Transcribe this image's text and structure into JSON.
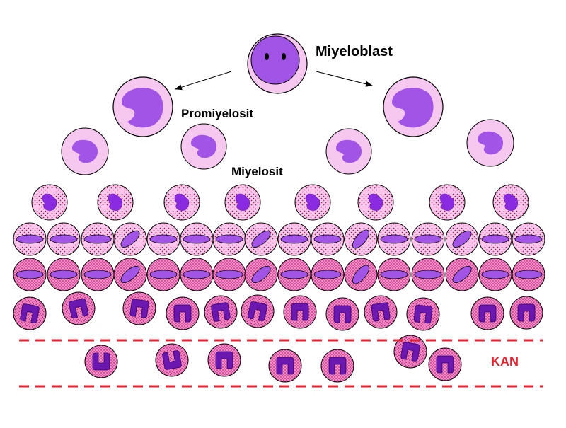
{
  "labels": {
    "myeloblast": "Miyeloblast",
    "promyelocyte": "Promiyelosit",
    "myelocyte": "Miyelosit",
    "blood": "KAN"
  },
  "colors": {
    "cytoplasm_light": "#f6c8f0",
    "cytoplasm_pink": "#f4b4ec",
    "cytoplasm_dense": "#e77ad6",
    "nucleus": "#a154e6",
    "nucleus_dark": "#6a18b0",
    "granule": "#c8102e",
    "boundary": "#e8202e",
    "text": "#000000",
    "blood_text": "#e8202e"
  },
  "icons": {
    "arrow": "arrow-icon",
    "boundary": "dashed-line"
  }
}
